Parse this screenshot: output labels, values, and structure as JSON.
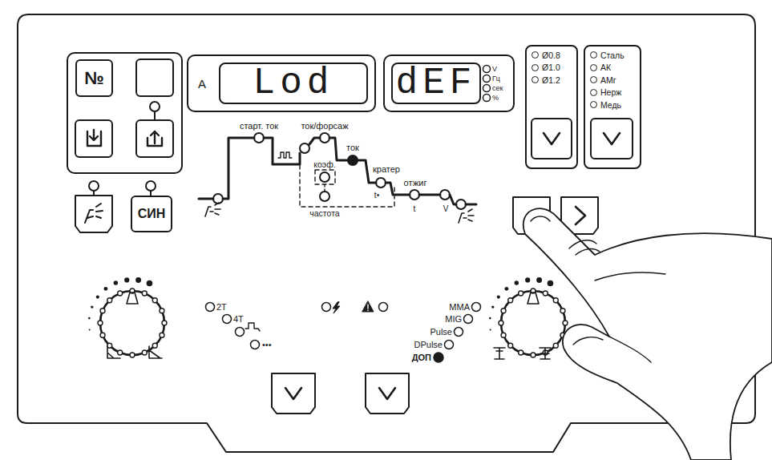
{
  "diagram": {
    "nodes": [
      {
        "text": [
          "№"
        ]
      },
      {
        "text": [
          "СИН"
        ]
      },
      {
        "text": [
          "A",
          "Lod"
        ]
      },
      {
        "text": [
          "dEF"
        ]
      },
      {
        "text": [
          "Ø0.8",
          "Ø1.0",
          "Ø1.2"
        ]
      },
      {
        "text": [
          "Сталь",
          "АК",
          "АМг",
          "Нерж",
          "Медь"
        ]
      }
    ],
    "labels": [
      "старт. ток",
      "ток/форсаж",
      "ток",
      "коэф.",
      "частота",
      "кратер",
      "отжиг",
      "t•",
      "t",
      "V",
      "V",
      "Гц",
      "сек",
      "%",
      "2T",
      "4T",
      "•••",
      "MMA",
      "MIG",
      "Pulse",
      "DPulse",
      "ДОП"
    ]
  }
}
